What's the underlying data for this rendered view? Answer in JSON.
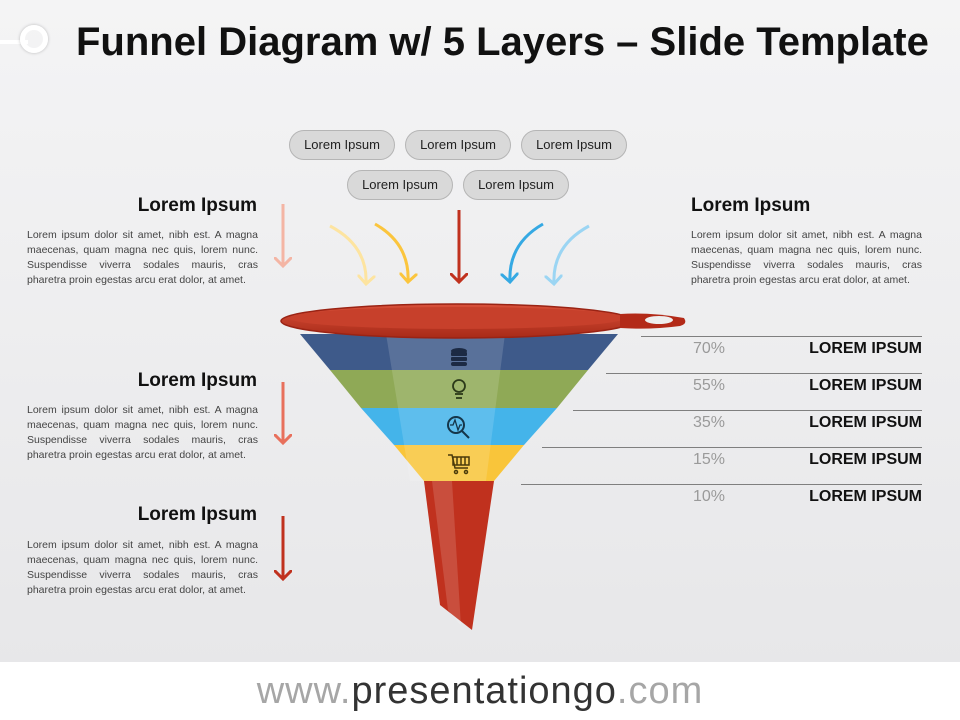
{
  "title": "Funnel Diagram w/ 5 Layers – Slide Template",
  "top_pills": [
    "Lorem Ipsum",
    "Lorem Ipsum",
    "Lorem Ipsum",
    "Lorem Ipsum",
    "Lorem Ipsum"
  ],
  "left_blocks": [
    {
      "heading": "Lorem Ipsum",
      "body": "Lorem ipsum dolor sit amet, nibh est. A magna maecenas, quam magna nec quis, lorem nunc. Suspendisse viverra sodales mauris, cras pharetra proin egestas arcu erat dolor, at amet."
    },
    {
      "heading": "Lorem Ipsum",
      "body": "Lorem ipsum dolor sit amet, nibh est. A magna maecenas, quam magna nec quis, lorem nunc. Suspendisse viverra sodales mauris, cras pharetra proin egestas arcu erat dolor, at amet."
    },
    {
      "heading": "Lorem Ipsum",
      "body": "Lorem ipsum dolor sit amet, nibh est. A magna maecenas, quam magna nec quis, lorem nunc. Suspendisse viverra sodales mauris, cras pharetra proin egestas arcu erat dolor, at amet."
    }
  ],
  "right_block": {
    "heading": "Lorem Ipsum",
    "body": "Lorem ipsum dolor sit amet, nibh est. A magna maecenas, quam magna nec quis, lorem nunc. Suspendisse viverra sodales mauris, cras pharetra proin egestas arcu erat dolor, at amet."
  },
  "layers": [
    {
      "percent": "70%",
      "label": "LOREM IPSUM",
      "color": "#3e5a8a",
      "icon": "database-icon"
    },
    {
      "percent": "55%",
      "label": "LOREM IPSUM",
      "color": "#7f9a45",
      "icon": "lightbulb-icon"
    },
    {
      "percent": "35%",
      "label": "LOREM IPSUM",
      "color": "#3aaee6",
      "icon": "search-analytics-icon"
    },
    {
      "percent": "15%",
      "label": "LOREM IPSUM",
      "color": "#f7c130",
      "icon": "shopping-cart-icon"
    },
    {
      "percent": "10%",
      "label": "LOREM IPSUM",
      "color": "#c0311e",
      "icon": ""
    }
  ],
  "colors": {
    "funnel_rim": "#c0311e",
    "arrow_peach": "#f4b5a4",
    "arrow_red": "#c0311e",
    "arrow_coral": "#e8705c",
    "arrow_yellow_light": "#fde4a0",
    "arrow_yellow": "#fbc53d",
    "arrow_blue": "#35a9e3",
    "arrow_blue_light": "#9bd5f3"
  },
  "footer": {
    "prefix": "www.",
    "brand": "presentationgo",
    "suffix": ".com"
  }
}
